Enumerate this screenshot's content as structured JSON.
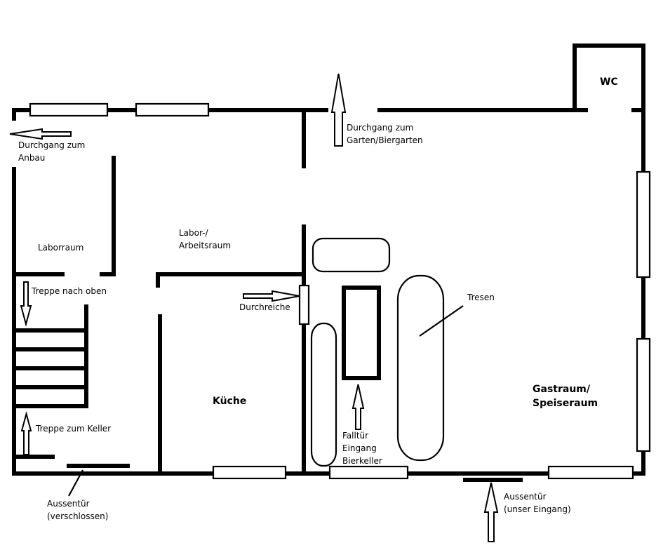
{
  "labels": {
    "wc": "WC",
    "durchgang_garten": [
      "Durchgang zum",
      "Garten/Biergarten"
    ],
    "durchgang_anbau": [
      "Durchgang zum",
      "Anbau"
    ],
    "laborraum": "Laborraum",
    "labor_arbeitsraum": [
      "Labor-/",
      "Arbeitsraum"
    ],
    "treppe_oben": "Treppe nach oben",
    "durchreiche": "Durchreiche",
    "tresen": "Tresen",
    "kueche": "Küche",
    "gastraum": [
      "Gastraum/",
      "Speiseraum"
    ],
    "treppe_keller": "Treppe zum Keller",
    "falltuer": [
      "Falltür",
      "Eingang",
      "Bierkeller"
    ],
    "aussentuer_verschlossen": [
      "Aussentür",
      "(verschlossen)"
    ],
    "aussentuer_eingang": [
      "Aussentür",
      "(unser Eingang)"
    ]
  }
}
